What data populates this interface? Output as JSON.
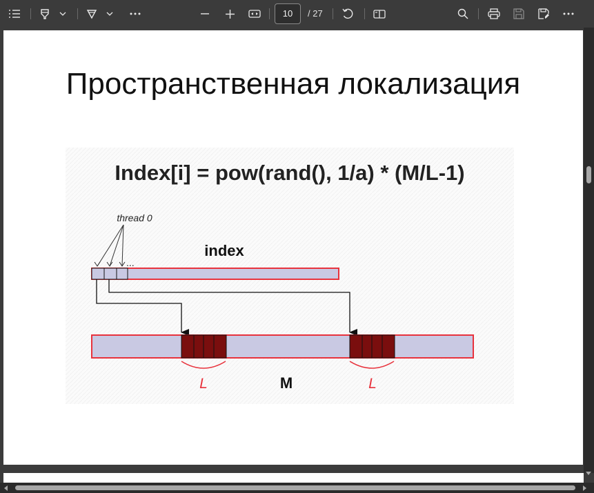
{
  "toolbar": {
    "page_current": "10",
    "page_total": "/ 27",
    "icons": [
      "contents-icon",
      "highlight-icon",
      "chevron-down-icon",
      "draw-icon",
      "chevron-down-icon",
      "more-tools-icon",
      "zoom-out-icon",
      "zoom-in-icon",
      "fit-page-icon",
      "rotate-icon",
      "two-page-icon",
      "search-icon",
      "print-icon",
      "save-icon",
      "save-as-icon",
      "more-options-icon"
    ]
  },
  "slide": {
    "title": "Пространственная локализация",
    "formula": "Index[i] = pow(rand(), 1/a) * (M/L-1)",
    "thread_label": "thread 0",
    "ellipsis": "...",
    "index_label": "index",
    "m_label": "M",
    "l_label_left": "L",
    "l_label_right": "L"
  },
  "colors": {
    "bar_fill": "#c9c9e3",
    "bar_border": "#e8323c",
    "block_fill": "#7a0e0e",
    "accent_red": "#e8323c"
  }
}
